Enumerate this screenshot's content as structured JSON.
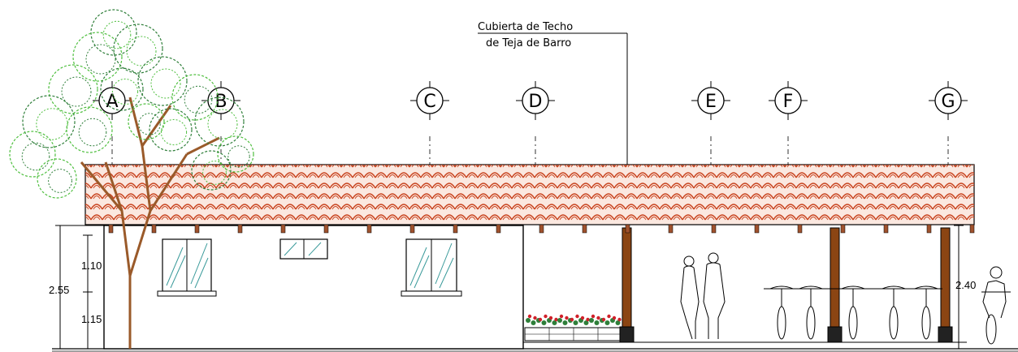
{
  "roof_note": {
    "line1": "Cubierta de Techo",
    "line2": "de Teja de Barro"
  },
  "axes": [
    "A",
    "B",
    "C",
    "D",
    "E",
    "F",
    "G"
  ],
  "dimensions": {
    "total_height": "2.55",
    "upper_part": "1.10",
    "lower_part": "1.15",
    "right_height": "2.40"
  },
  "colors": {
    "tile": "#c8431e",
    "tile_fill": "#fbe8e0",
    "post": "#8b4513",
    "glass": "#3a9a9a",
    "foliage_dark": "#2f7f3a",
    "foliage_light": "#4fbf3f",
    "trunk": "#9a5a2a",
    "flowers": "#d0202a"
  }
}
